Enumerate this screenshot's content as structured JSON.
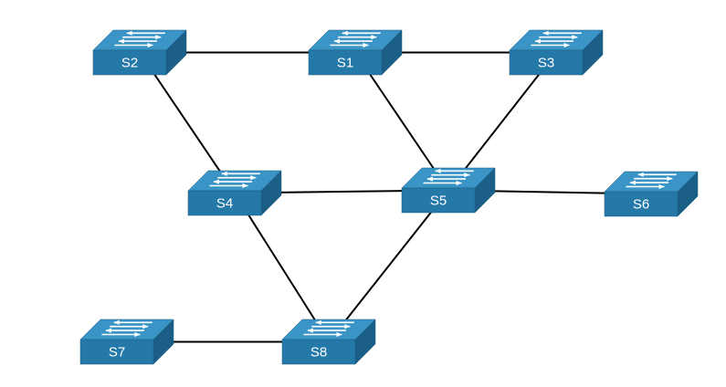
{
  "switches": [
    {
      "id": "s1",
      "label": "S1"
    },
    {
      "id": "s2",
      "label": "S2"
    },
    {
      "id": "s3",
      "label": "S3"
    },
    {
      "id": "s4",
      "label": "S4"
    },
    {
      "id": "s5",
      "label": "S5"
    },
    {
      "id": "s6",
      "label": "S6"
    },
    {
      "id": "s7",
      "label": "S7"
    },
    {
      "id": "s8",
      "label": "S8"
    }
  ],
  "links": [
    [
      "s2",
      "s1"
    ],
    [
      "s1",
      "s3"
    ],
    [
      "s2",
      "s4"
    ],
    [
      "s1",
      "s5"
    ],
    [
      "s3",
      "s5"
    ],
    [
      "s4",
      "s5"
    ],
    [
      "s5",
      "s6"
    ],
    [
      "s4",
      "s8"
    ],
    [
      "s5",
      "s8"
    ],
    [
      "s7",
      "s8"
    ]
  ],
  "colors": {
    "switch_front": "#2579a8",
    "switch_top": "#3a95c6",
    "switch_side": "#1c5f86",
    "link": "#000000",
    "arrow": "#ffffff"
  },
  "icon": "network-switch-icon"
}
